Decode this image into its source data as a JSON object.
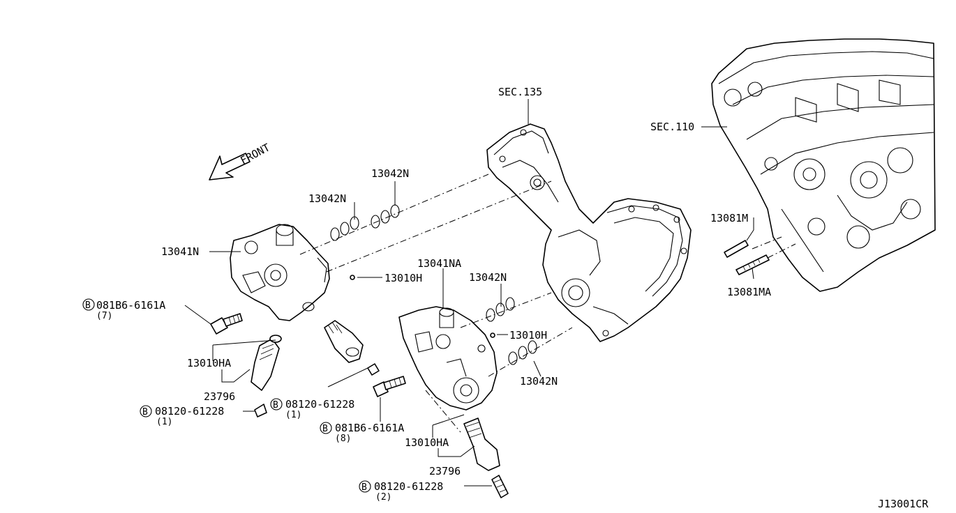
{
  "diagram_code": "J13001CR",
  "front_label": "FRONT",
  "labels": {
    "sec135": "SEC.135",
    "sec110": "SEC.110",
    "p13042n_a": "13042N",
    "p13042n_b": "13042N",
    "p13042n_c": "13042N",
    "p13042n_d": "13042N",
    "p13041n": "13041N",
    "p13041na": "13041NA",
    "p13010h_a": "13010H",
    "p13010h_b": "13010H",
    "p13081m": "13081M",
    "p13081ma": "13081MA",
    "p13010ha_a": "13010HA",
    "p13010ha_b": "13010HA",
    "p23796_a": "23796",
    "p23796_b": "23796",
    "bolt_081b6_a": "081B6-6161A",
    "bolt_081b6_a_qty": "(7)",
    "bolt_081b6_b": "081B6-6161A",
    "bolt_081b6_b_qty": "(8)",
    "bolt_08120_a": "08120-61228",
    "bolt_08120_a_qty": "(1)",
    "bolt_08120_b": "08120-61228",
    "bolt_08120_b_qty": "(1)",
    "bolt_08120_c": "08120-61228",
    "bolt_08120_c_qty": "(2)",
    "bolt_symbol": "B"
  }
}
